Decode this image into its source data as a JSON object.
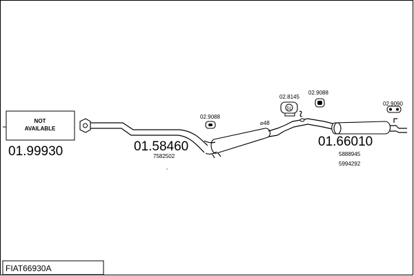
{
  "diagram": {
    "footer_code": "FIAT66930A",
    "parts": [
      {
        "id": "not_available_box",
        "label_line1": "NOT",
        "label_line2": "AVAILABLE",
        "number": "01.99930"
      },
      {
        "id": "front_pipe",
        "number": "01.58460",
        "oem": "7582502"
      },
      {
        "id": "rear_silencer",
        "number": "01.66010",
        "oem1": "5888945",
        "oem2": "5994292"
      }
    ],
    "clamps": [
      {
        "id": "hanger_mid",
        "number": "02.9088"
      },
      {
        "id": "clamp_top1",
        "number": "02.8145"
      },
      {
        "id": "hanger_top2",
        "number": "02.9088"
      },
      {
        "id": "hanger_right",
        "number": "02.9090"
      }
    ],
    "diameter_label": "⌀48",
    "colors": {
      "line": "#000000",
      "background": "#ffffff"
    }
  }
}
